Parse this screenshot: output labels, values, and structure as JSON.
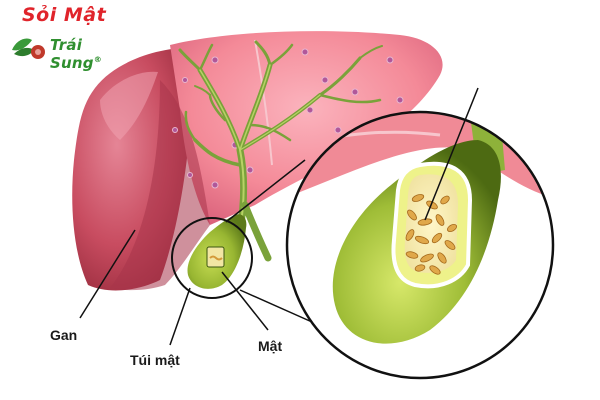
{
  "logo": {
    "line1": "Sỏi Mật",
    "line2": "Trái Sung",
    "registered_mark": "®"
  },
  "labels": {
    "liver": "Gan",
    "gallbladder": "Túi mật",
    "bile": "Mật"
  },
  "colors": {
    "liver_main": "#c4475a",
    "liver_highlight": "#e07c8a",
    "liver_right_lobe": "#f08a96",
    "bile_duct": "#7aa23a",
    "gallbladder": "#9ab836",
    "stones": "#e0a84a",
    "logo_red": "#e0242b",
    "logo_green": "#2f8f2f"
  }
}
